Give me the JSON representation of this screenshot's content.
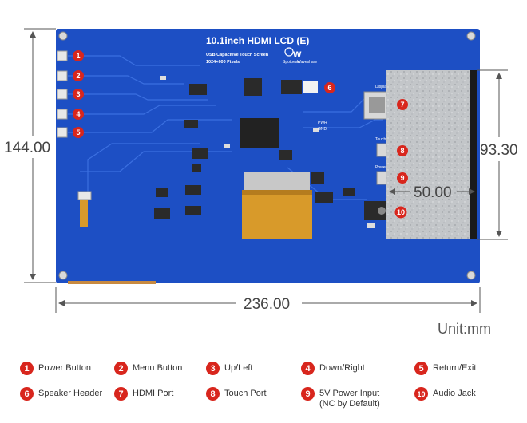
{
  "board": {
    "title": "10.1inch HDMI LCD (E)",
    "subtitle": "USB Capacitive Touch Screen",
    "resolution": "1024×600 Pixels",
    "logo_texts": [
      "Spotpear",
      "Waveshare"
    ],
    "port_labels": {
      "display": "Display",
      "touch": "Touch",
      "power": "Power Only"
    },
    "chip_labels": [
      "PWR",
      "GND"
    ]
  },
  "dimensions": {
    "height": "144.00",
    "width": "236.00",
    "screen_height": "93.30",
    "screen_offset": "50.00",
    "unit": "Unit:mm"
  },
  "callouts": [
    "1",
    "2",
    "3",
    "4",
    "5",
    "6",
    "7",
    "8",
    "9",
    "10"
  ],
  "legend": [
    {
      "num": "1",
      "label": "Power Button"
    },
    {
      "num": "2",
      "label": "Menu Button"
    },
    {
      "num": "3",
      "label": "Up/Left"
    },
    {
      "num": "4",
      "label": "Down/Right"
    },
    {
      "num": "5",
      "label": "Return/Exit"
    },
    {
      "num": "6",
      "label": "Speaker Header"
    },
    {
      "num": "7",
      "label": "HDMI Port"
    },
    {
      "num": "8",
      "label": "Touch Port"
    },
    {
      "num": "9",
      "label": "5V Power Input\n(NC by Default)"
    },
    {
      "num": "10",
      "label": "Audio Jack"
    }
  ],
  "colors": {
    "pcb": "#1d4fc4",
    "callout": "#d8261d",
    "fpc": "#d89a2a",
    "screen": "#b9bcbf"
  }
}
